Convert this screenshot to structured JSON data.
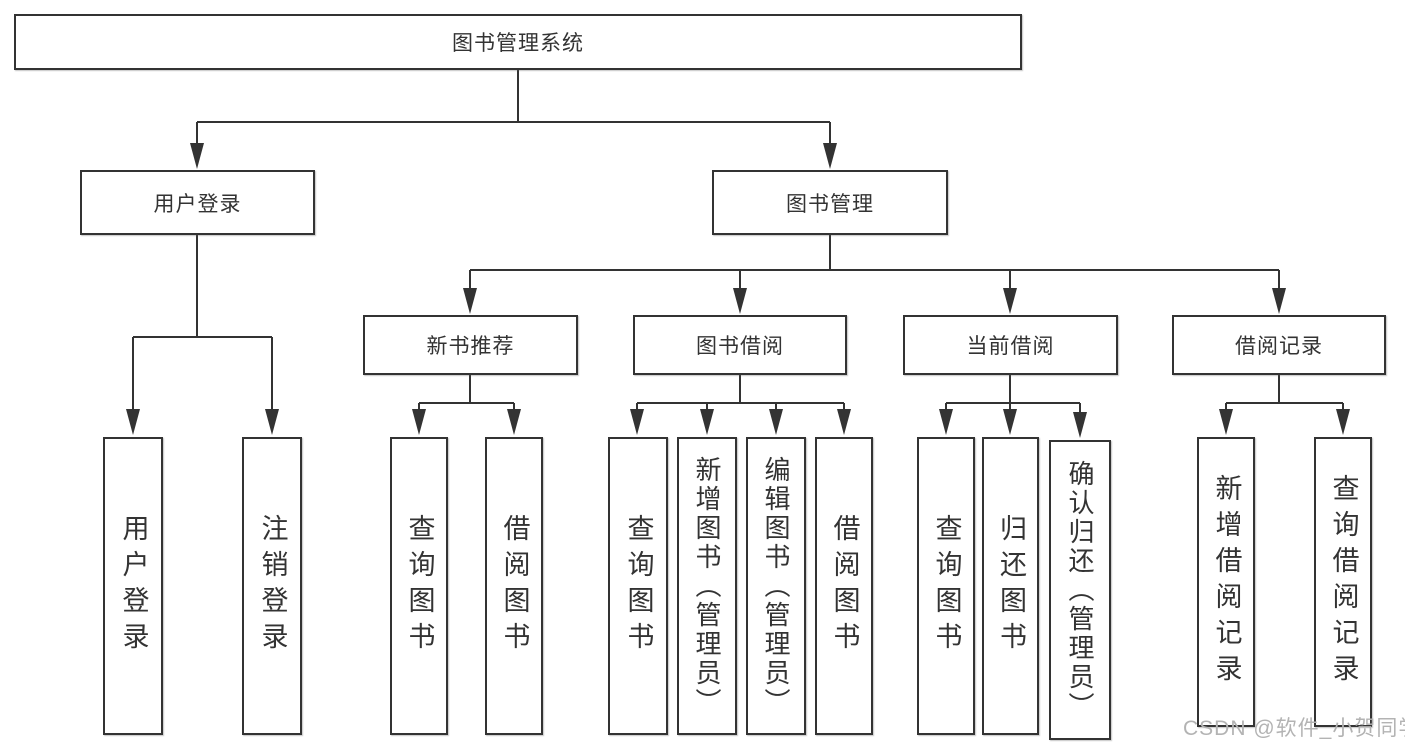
{
  "root": {
    "label": "图书管理系统"
  },
  "level2": {
    "user_login": {
      "label": "用户登录"
    },
    "book_management": {
      "label": "图书管理"
    }
  },
  "level3": {
    "new_book": {
      "label": "新书推荐"
    },
    "borrow": {
      "label": "图书借阅"
    },
    "current": {
      "label": "当前借阅"
    },
    "records": {
      "label": "借阅记录"
    }
  },
  "leaves": {
    "user_login": [
      {
        "label": "用户登录"
      },
      {
        "label": "注销登录"
      }
    ],
    "new_book": [
      {
        "label": "查询图书"
      },
      {
        "label": "借阅图书"
      }
    ],
    "borrow": [
      {
        "label": "查询图书"
      },
      {
        "label": "新增图书（管理员）"
      },
      {
        "label": "编辑图书（管理员）"
      },
      {
        "label": "借阅图书"
      }
    ],
    "current": [
      {
        "label": "查询图书"
      },
      {
        "label": "归还图书"
      },
      {
        "label": "确认归还（管理员）"
      }
    ],
    "records": [
      {
        "label": "新增借阅记录"
      },
      {
        "label": "查询借阅记录"
      }
    ]
  },
  "watermark": "CSDN @软件_小贺同学",
  "colors": {
    "line": "#333333",
    "text": "#333333",
    "background": "#ffffff",
    "watermark": "#b3b3b3"
  }
}
